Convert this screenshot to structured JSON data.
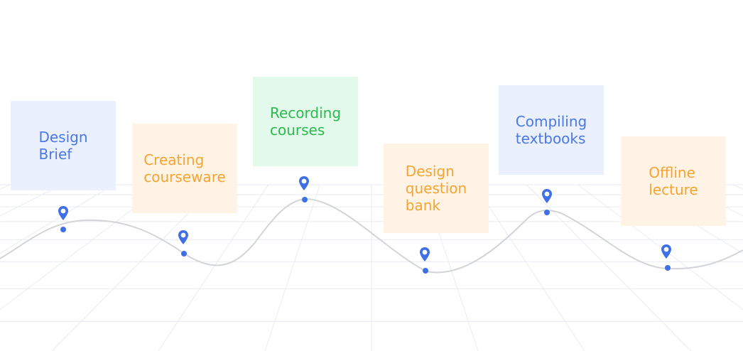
{
  "milestones": [
    {
      "label": "Design\nBrief",
      "color": "#4a78e8",
      "card_color": "#eaf0fd"
    },
    {
      "label": "Creating\ncourseware",
      "color": "#f5a431",
      "card_color": "#fff3e6"
    },
    {
      "label": "Recording\ncourses",
      "color": "#2cba4f",
      "card_color": "#e3f9ec"
    },
    {
      "label": "Design\nquestion\nbank",
      "color": "#f5a431",
      "card_color": "#fff3e6"
    },
    {
      "label": "Compiling\ntextbooks",
      "color": "#4a78e8",
      "card_color": "#eaf0fd"
    },
    {
      "label": "Offline\nlecture",
      "color": "#f5a431",
      "card_color": "#fff3e6"
    }
  ],
  "colors": {
    "marker": "#3e6fe6",
    "curve": "#d2d4d8",
    "grid": "#e8ebf3"
  },
  "icons": {
    "marker": "map-pin-icon"
  }
}
